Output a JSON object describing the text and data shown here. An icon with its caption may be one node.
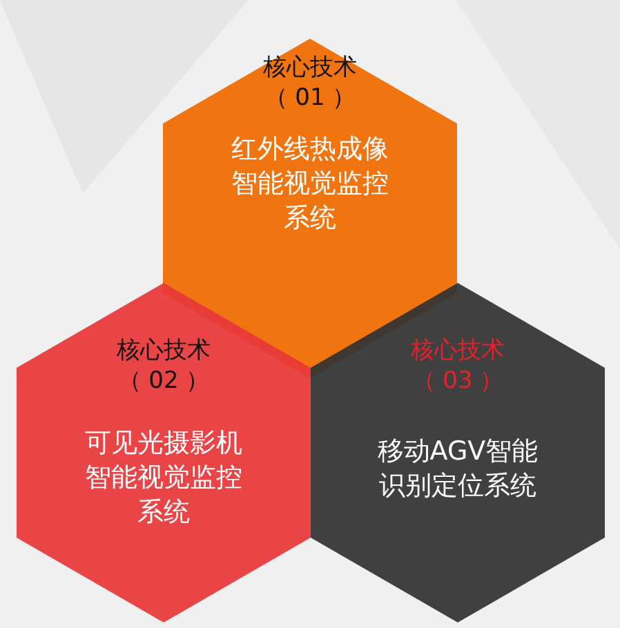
{
  "diagram": {
    "nodes": [
      {
        "text": [
          "核心技术（ 01 ）",
          "红外线热成像智能视觉监控系统"
        ]
      },
      {
        "text": [
          "核心技术（ 02 ）",
          "可见光摄影机智能视觉监控系统"
        ]
      },
      {
        "text": [
          "核心技术（ 03 ）",
          "移动AGV智能识别定位系统"
        ]
      }
    ]
  }
}
